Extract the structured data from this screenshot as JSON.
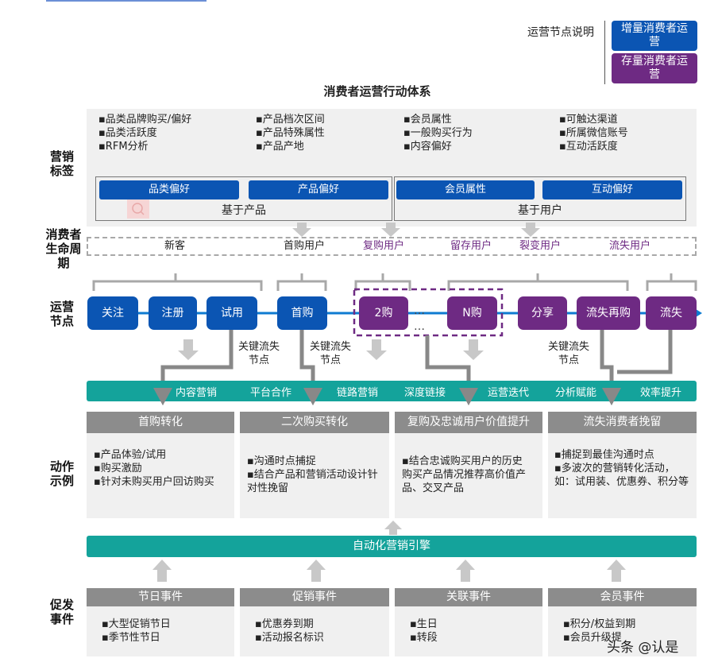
{
  "legend": {
    "title": "运营节点说明",
    "incremental": "增量消费者运营",
    "existing": "存量消费者运营",
    "colors": {
      "blue": "#0b55b3",
      "purple": "#6e2a83",
      "teal": "#14a39b",
      "gray": "#8c8c8c"
    }
  },
  "diagram_title": "消费者运营行动体系",
  "rows": {
    "marketing_tags": "营销标签",
    "lifecycle": "消费者生命周期",
    "ops_nodes": "运营节点",
    "action_examples": "动作示例",
    "trigger_events": "促发事件"
  },
  "tags": {
    "col1": [
      "▪品类品牌购买/偏好",
      "▪品类活跃度",
      "▪RFM分析"
    ],
    "col2": [
      "▪产品档次区间",
      "▪产品特殊属性",
      "▪产品产地"
    ],
    "col3": [
      "▪会员属性",
      "▪一般购买行为",
      "▪内容偏好"
    ],
    "col4": [
      "▪可触达渠道",
      "▪所属微信账号",
      "▪互动活跃度"
    ],
    "pills": [
      "品类偏好",
      "产品偏好",
      "会员属性",
      "互动偏好"
    ],
    "group_product": "基于产品",
    "group_user": "基于用户"
  },
  "lifecycle_stages": [
    "新客",
    "首购用户",
    "复购用户",
    "留存用户",
    "裂变用户",
    "流失用户"
  ],
  "nodes": {
    "follow": "关注",
    "register": "注册",
    "trial": "试用",
    "first_purchase": "首购",
    "second_purchase": "2购",
    "ellipsis": "…",
    "nth_purchase": "N购",
    "share": "分享",
    "churn_repurchase": "流失再购",
    "churn": "流失"
  },
  "key_churn_label": "关键流失节点",
  "channels": [
    "内容营销",
    "平台合作",
    "链路营销",
    "深度链接",
    "运营迭代",
    "分析赋能",
    "效率提升"
  ],
  "actions": [
    {
      "title": "首购转化",
      "items": [
        "▪产品体验/试用",
        "▪购买激励",
        "▪针对未购买用户回访购买"
      ]
    },
    {
      "title": "二次购买转化",
      "items": [
        "▪沟通时点捕捉",
        "▪结合产品和营销活动设计针对性挽留"
      ]
    },
    {
      "title": "复购及忠诚用户价值提升",
      "items": [
        "▪结合忠诚购买用户的历史购买产品情况推荐高价值产品、交叉产品"
      ]
    },
    {
      "title": "流失消费者挽留",
      "items": [
        "▪捕捉到最佳沟通时点",
        "▪多波次的营销转化活动，如：试用装、优惠券、积分等"
      ]
    }
  ],
  "engine": "自动化营销引擎",
  "events": [
    {
      "title": "节日事件",
      "items": [
        "▪大型促销节日",
        "▪季节性节日"
      ]
    },
    {
      "title": "促销事件",
      "items": [
        "▪优惠券到期",
        "▪活动报名标识"
      ]
    },
    {
      "title": "关联事件",
      "items": [
        "▪生日",
        "▪转段"
      ]
    },
    {
      "title": "会员事件",
      "items": [
        "▪积分/权益到期",
        "▪会员升级提"
      ]
    }
  ],
  "watermark": "头条 @认是"
}
